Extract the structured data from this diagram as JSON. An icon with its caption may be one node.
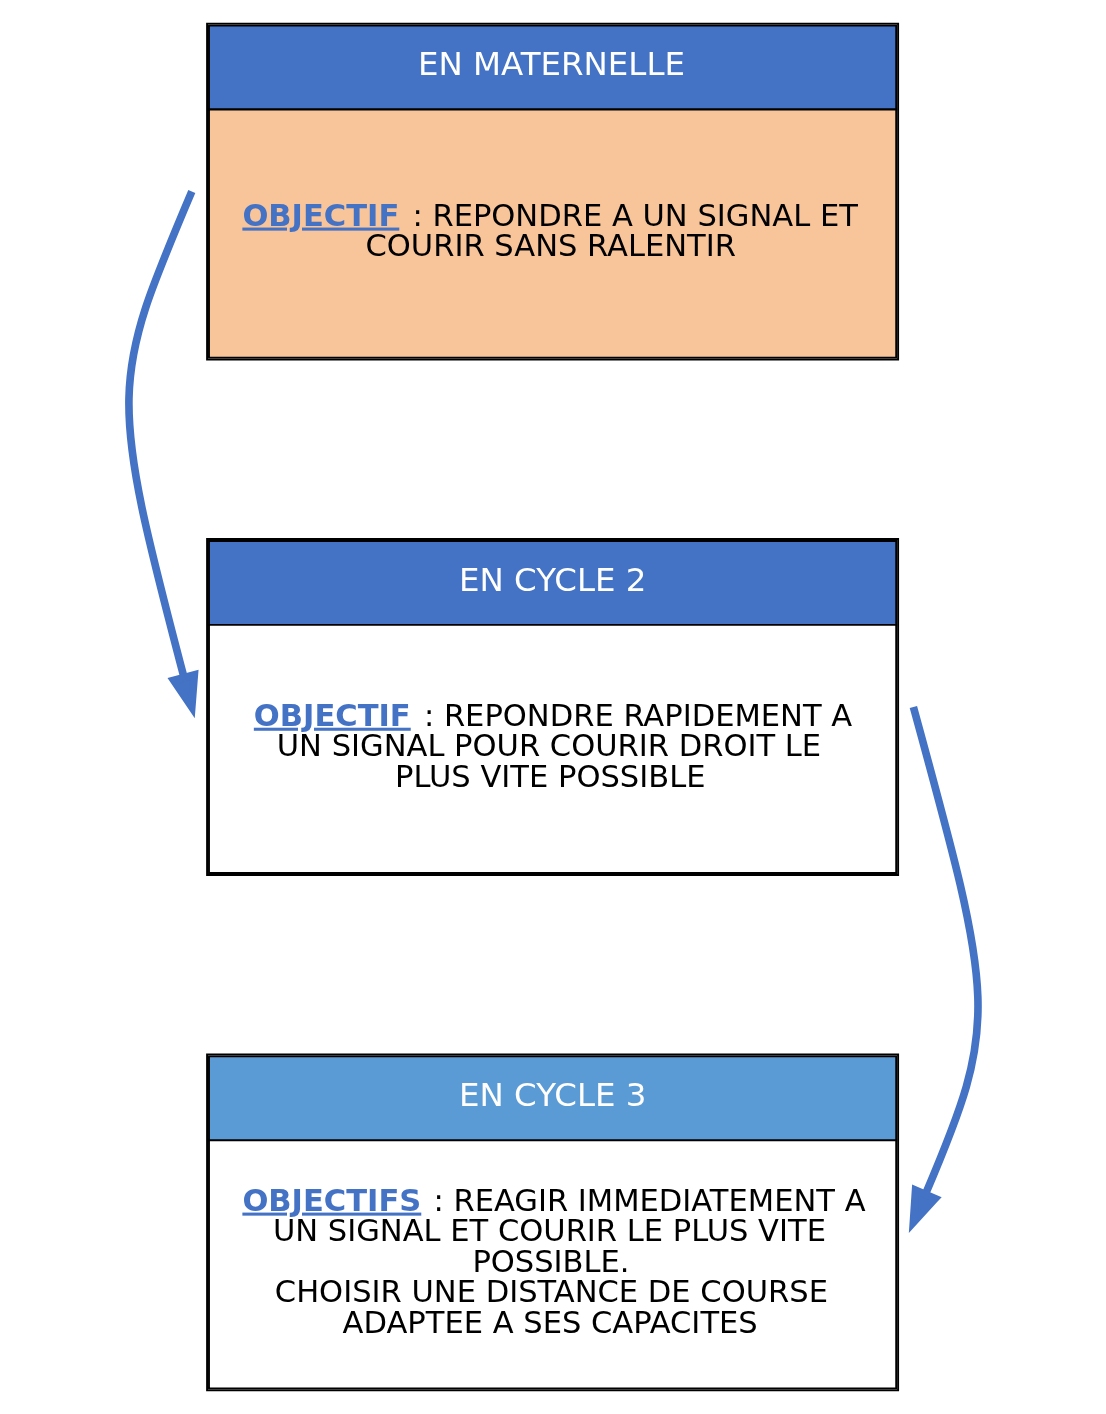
{
  "diagram": {
    "nodes": [
      {
        "text": [
          "EN MATERNELLE",
          "**OBJECTIF** : REPONDRE A UN SIGNAL ET COURIR SANS RALENTIR"
        ]
      },
      {
        "text": [
          "EN CYCLE 2",
          "**OBJECTIF** : REPONDRE RAPIDEMENT A UN SIGNAL POUR COURIR DROIT LE PLUS VITE POSSIBLE"
        ]
      },
      {
        "text": [
          "EN CYCLE 3",
          "**OBJECTIFS** : REAGIR IMMEDIATEMENT A UN SIGNAL ET COURIR LE PLUS VITE POSSIBLE.",
          "CHOISIR UNE DISTANCE DE COURSE ADAPTEE A SES CAPACITES"
        ]
      }
    ],
    "edges": [
      {
        "from": 0,
        "to": 1,
        "arrow": "to"
      },
      {
        "from": 1,
        "to": 2,
        "arrow": "to"
      }
    ]
  }
}
